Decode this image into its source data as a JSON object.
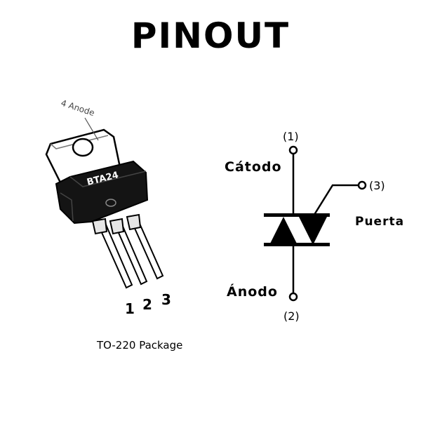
{
  "title": "PINOUT",
  "package": {
    "tab_label": "4 Anode",
    "part_marking": "BTA24",
    "pin_numbers": [
      "1",
      "2",
      "3"
    ],
    "caption": "TO-220 Package"
  },
  "symbol": {
    "pin1": "(1)",
    "pin2": "(2)",
    "pin3": "(3)",
    "cathode_label": "Cátodo",
    "anode_label": "Ánodo",
    "gate_label": "Puerta"
  }
}
